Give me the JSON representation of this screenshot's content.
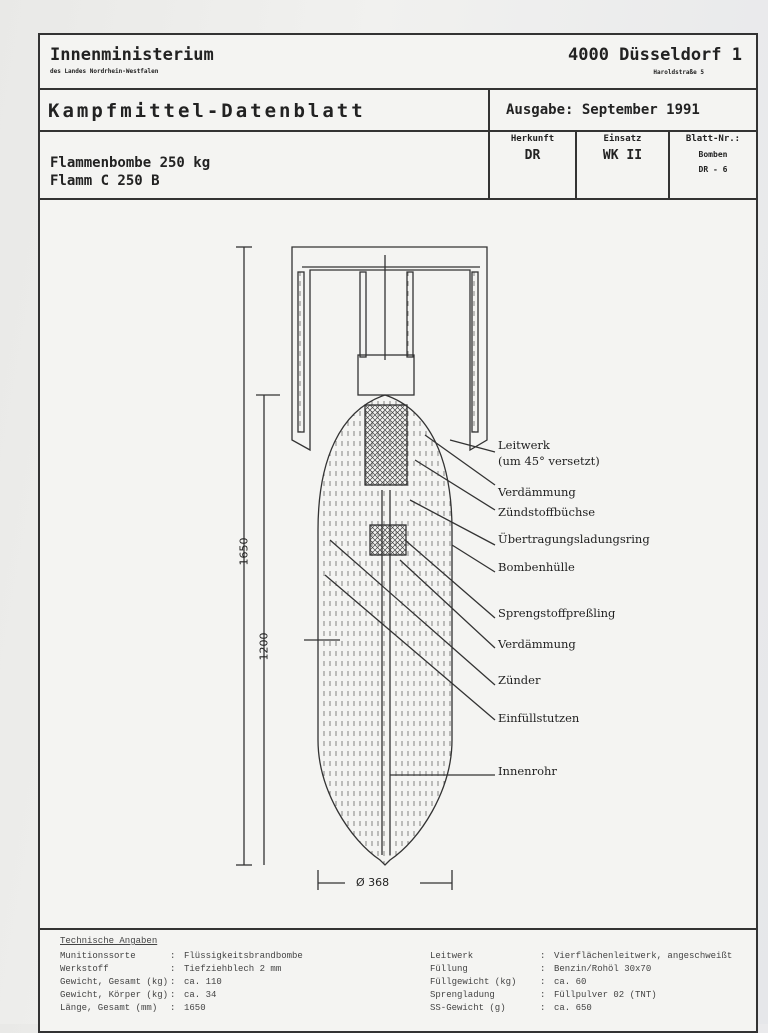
{
  "header": {
    "organization": "Innenministerium",
    "organization_sub": "des Landes Nordrhein-Westfalen",
    "city": "4000 Düsseldorf 1",
    "street": "Haroldstraße 5"
  },
  "title_row": {
    "title": "Kampfmittel-Datenblatt",
    "issue": "Ausgabe: September 1991"
  },
  "item": {
    "name_line1": "Flammenbombe 250 kg",
    "name_line2": "Flamm C 250 B",
    "origin_label": "Herkunft",
    "origin": "DR",
    "use_label": "Einsatz",
    "use": "WK II",
    "sheet_label": "Blatt-Nr.:",
    "sheet_category": "Bomben",
    "sheet_number": "DR - 6"
  },
  "drawing": {
    "dim_total_length": "1650",
    "dim_body_length": "1200",
    "dim_diameter": "Ø 368",
    "labels": [
      "Leitwerk",
      "(um 45° versetzt)",
      "Verdämmung",
      "Zündstoffbüchse",
      "Übertragungsladungsring",
      "Bombenhülle",
      "Sprengstoffpreßling",
      "Verdämmung",
      "Zünder",
      "Einfüllstutzen",
      "Innenrohr"
    ]
  },
  "tech": {
    "heading": "Technische Angaben",
    "left": [
      {
        "key": "Munitionssorte",
        "value": "Flüssigkeitsbrandbombe"
      },
      {
        "key": "Werkstoff",
        "value": "Tiefziehblech 2 mm"
      },
      {
        "key": "Gewicht, Gesamt (kg)",
        "value": "ca. 110"
      },
      {
        "key": "Gewicht, Körper (kg)",
        "value": "ca. 34"
      },
      {
        "key": "Länge, Gesamt (mm)",
        "value": "1650"
      }
    ],
    "right": [
      {
        "key": "Leitwerk",
        "value": "Vierflächenleitwerk, angeschweißt"
      },
      {
        "key": "Füllung",
        "value": "Benzin/Rohöl 30x70"
      },
      {
        "key": "Füllgewicht (kg)",
        "value": "ca. 60"
      },
      {
        "key": "Sprengladung",
        "value": "Füllpulver 02 (TNT)"
      },
      {
        "key": "SS-Gewicht (g)",
        "value": "ca. 650"
      }
    ]
  }
}
